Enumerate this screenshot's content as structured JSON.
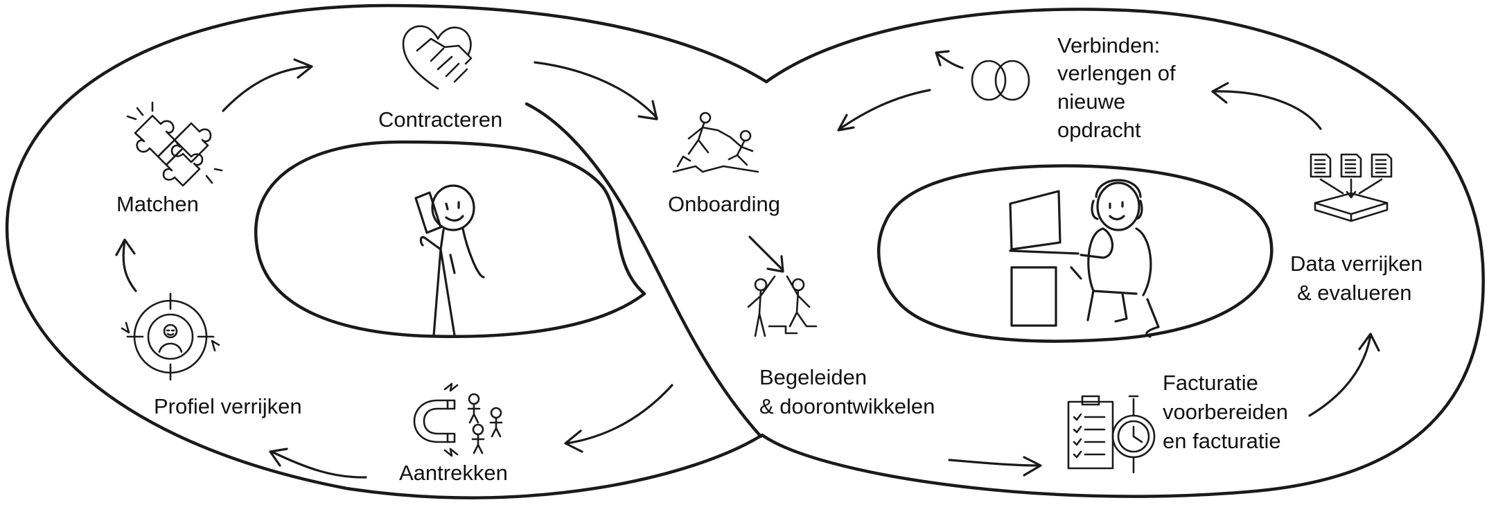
{
  "colors": {
    "ink": "#1a1a1a",
    "background": "#ffffff"
  },
  "stages": {
    "matchen": "Matchen",
    "contracteren": "Contracteren",
    "onboarding": "Onboarding",
    "begeleiden_1": "Begeleiden",
    "begeleiden_2": "& doorontwikkelen",
    "aantrekken": "Aantrekken",
    "profiel": "Profiel verrijken",
    "verbinden_1": "Verbinden:",
    "verbinden_2": "verlengen of",
    "verbinden_3": "nieuwe",
    "verbinden_4": "opdracht",
    "data_1": "Data verrijken",
    "data_2": "& evalueren",
    "facturatie_1": "Facturatie",
    "facturatie_2": "voorbereiden",
    "facturatie_3": "en facturatie"
  },
  "icons": [
    "puzzle-icon",
    "handshake-icon",
    "climbing-help-icon",
    "high-five-icon",
    "magnet-people-icon",
    "profile-target-icon",
    "rings-icon",
    "data-merge-icon",
    "invoice-clock-icon",
    "phone-person-icon",
    "headset-worker-icon"
  ]
}
